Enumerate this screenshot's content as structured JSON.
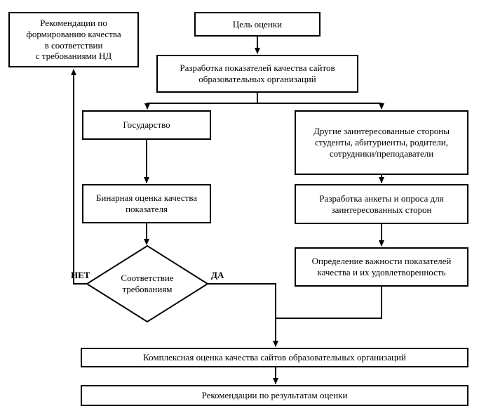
{
  "canvas": {
    "background": "#ffffff",
    "line_color": "#000000",
    "text_color": "#000000"
  },
  "nodes": {
    "recommendations_nd": {
      "lines": [
        "Рекомендации по",
        "формированию качества",
        "в соответствии",
        "с требованиями НД"
      ]
    },
    "goal": {
      "text": "Цель оценки"
    },
    "develop_indicators": {
      "lines": [
        "Разработка показателей качества сайтов",
        "образовательных организаций"
      ]
    },
    "state": {
      "text": "Государство"
    },
    "other_stakeholders": {
      "lines": [
        "Другие заинтересованные стороны",
        "студенты, абитуриенты, родители,",
        "сотрудники/преподаватели"
      ]
    },
    "binary_assessment": {
      "lines": [
        "Бинарная оценка качества",
        "показателя"
      ]
    },
    "questionnaire": {
      "lines": [
        "Разработка анкеты и опроса для",
        "заинтересованных сторон"
      ]
    },
    "importance": {
      "lines": [
        "Определение важности показателей",
        "качества и их удовлетворенность"
      ]
    },
    "compliance_decision": {
      "lines": [
        "Соответствие",
        "требованиям"
      ]
    },
    "complex_assessment": {
      "text": "Комплексная оценка качества сайтов образовательных организаций"
    },
    "final_recommendations": {
      "text": "Рекомендации по результатам оценки"
    }
  },
  "branch_labels": {
    "no": "НЕТ",
    "yes": "ДА"
  }
}
